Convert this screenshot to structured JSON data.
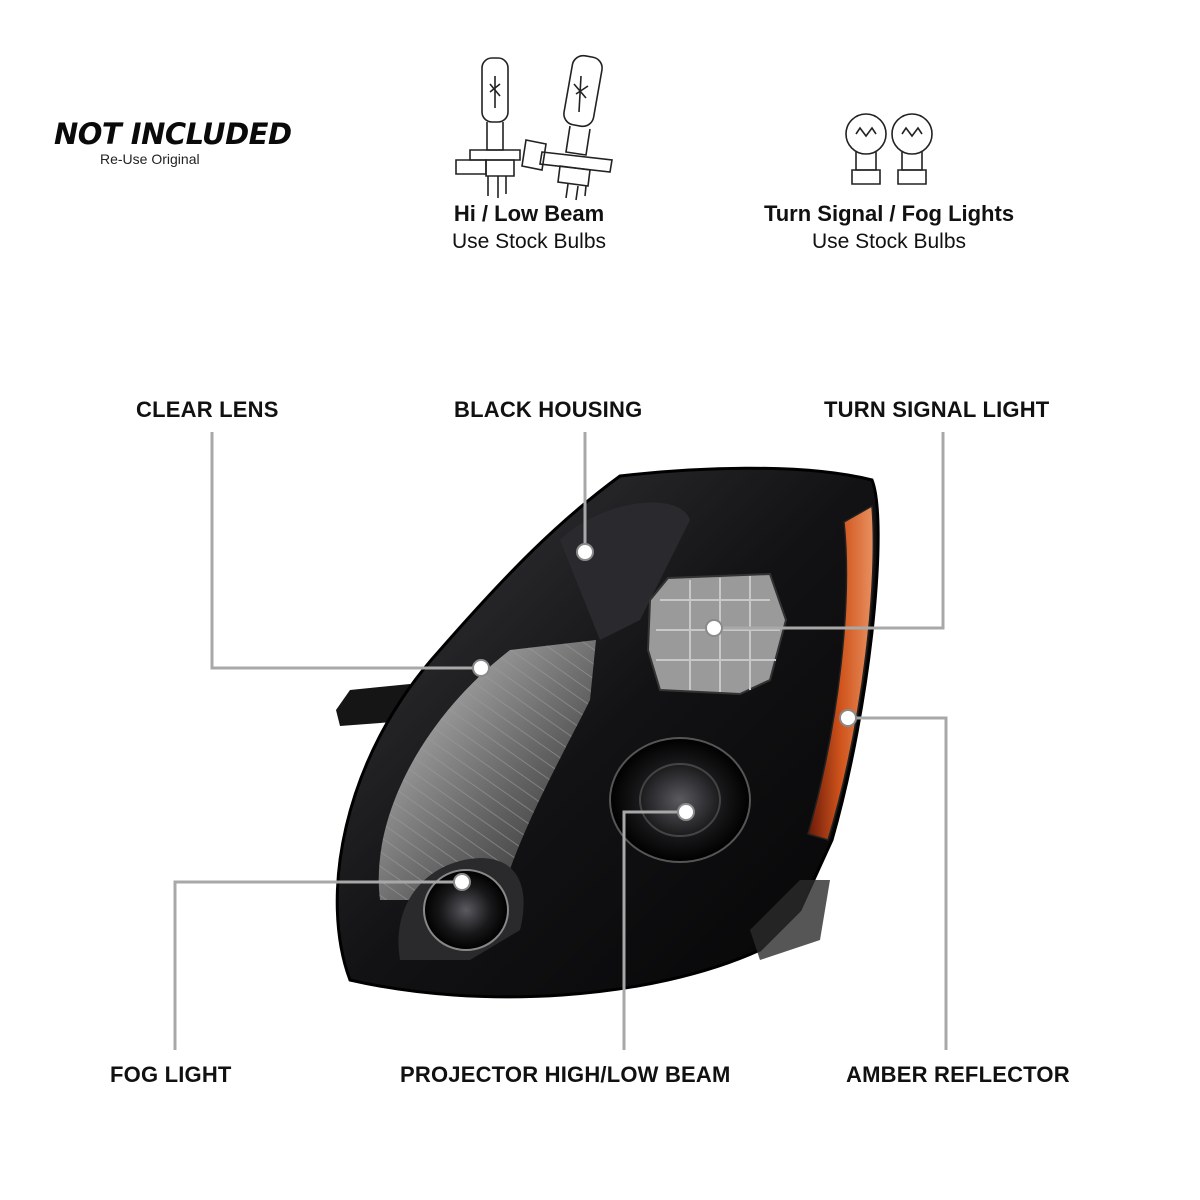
{
  "notice": {
    "title": "NOT INCLUDED",
    "subtitle": "Re-Use Original"
  },
  "bulbs": [
    {
      "title": "Hi / Low Beam",
      "subtitle": "Use Stock Bulbs",
      "icon": "halogen-bulb-icon"
    },
    {
      "title": "Turn Signal / Fog Lights",
      "subtitle": "Use Stock Bulbs",
      "icon": "signal-bulb-icon"
    }
  ],
  "callouts": {
    "clear_lens": "CLEAR LENS",
    "black_housing": "BLACK HOUSING",
    "turn_signal_light": "TURN SIGNAL LIGHT",
    "fog_light": "FOG LIGHT",
    "projector_beam": "PROJECTOR HIGH/LOW BEAM",
    "amber_reflector": "AMBER REFLECTOR"
  },
  "colors": {
    "leader_line": "#a8a8a8",
    "amber": "#c8521a",
    "housing": "#111111"
  }
}
